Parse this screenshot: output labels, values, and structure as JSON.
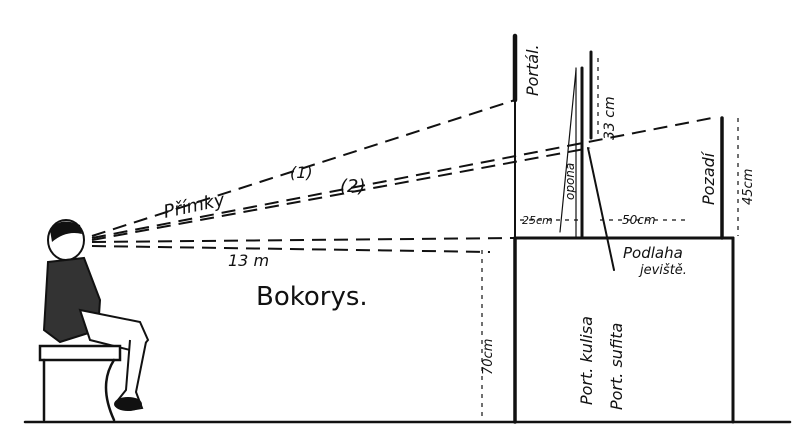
{
  "labels": {
    "portal": "Portál.",
    "sufita_height": "33 cm",
    "opona": "opona",
    "pozadi": "Pozadí",
    "pozadi_height": "45cm",
    "lines_label": "Přímky",
    "line1": "(1)",
    "line2": "(2)",
    "dist_25": "25cm",
    "dist_50": "50cm",
    "floor_line1": "Podlaha",
    "floor_line2": "jeviště.",
    "distance": "13 m",
    "title": "Bokorys.",
    "stage_height": "70cm",
    "kulisa": "Port. kulisa",
    "sufita": "Port. sufita"
  }
}
